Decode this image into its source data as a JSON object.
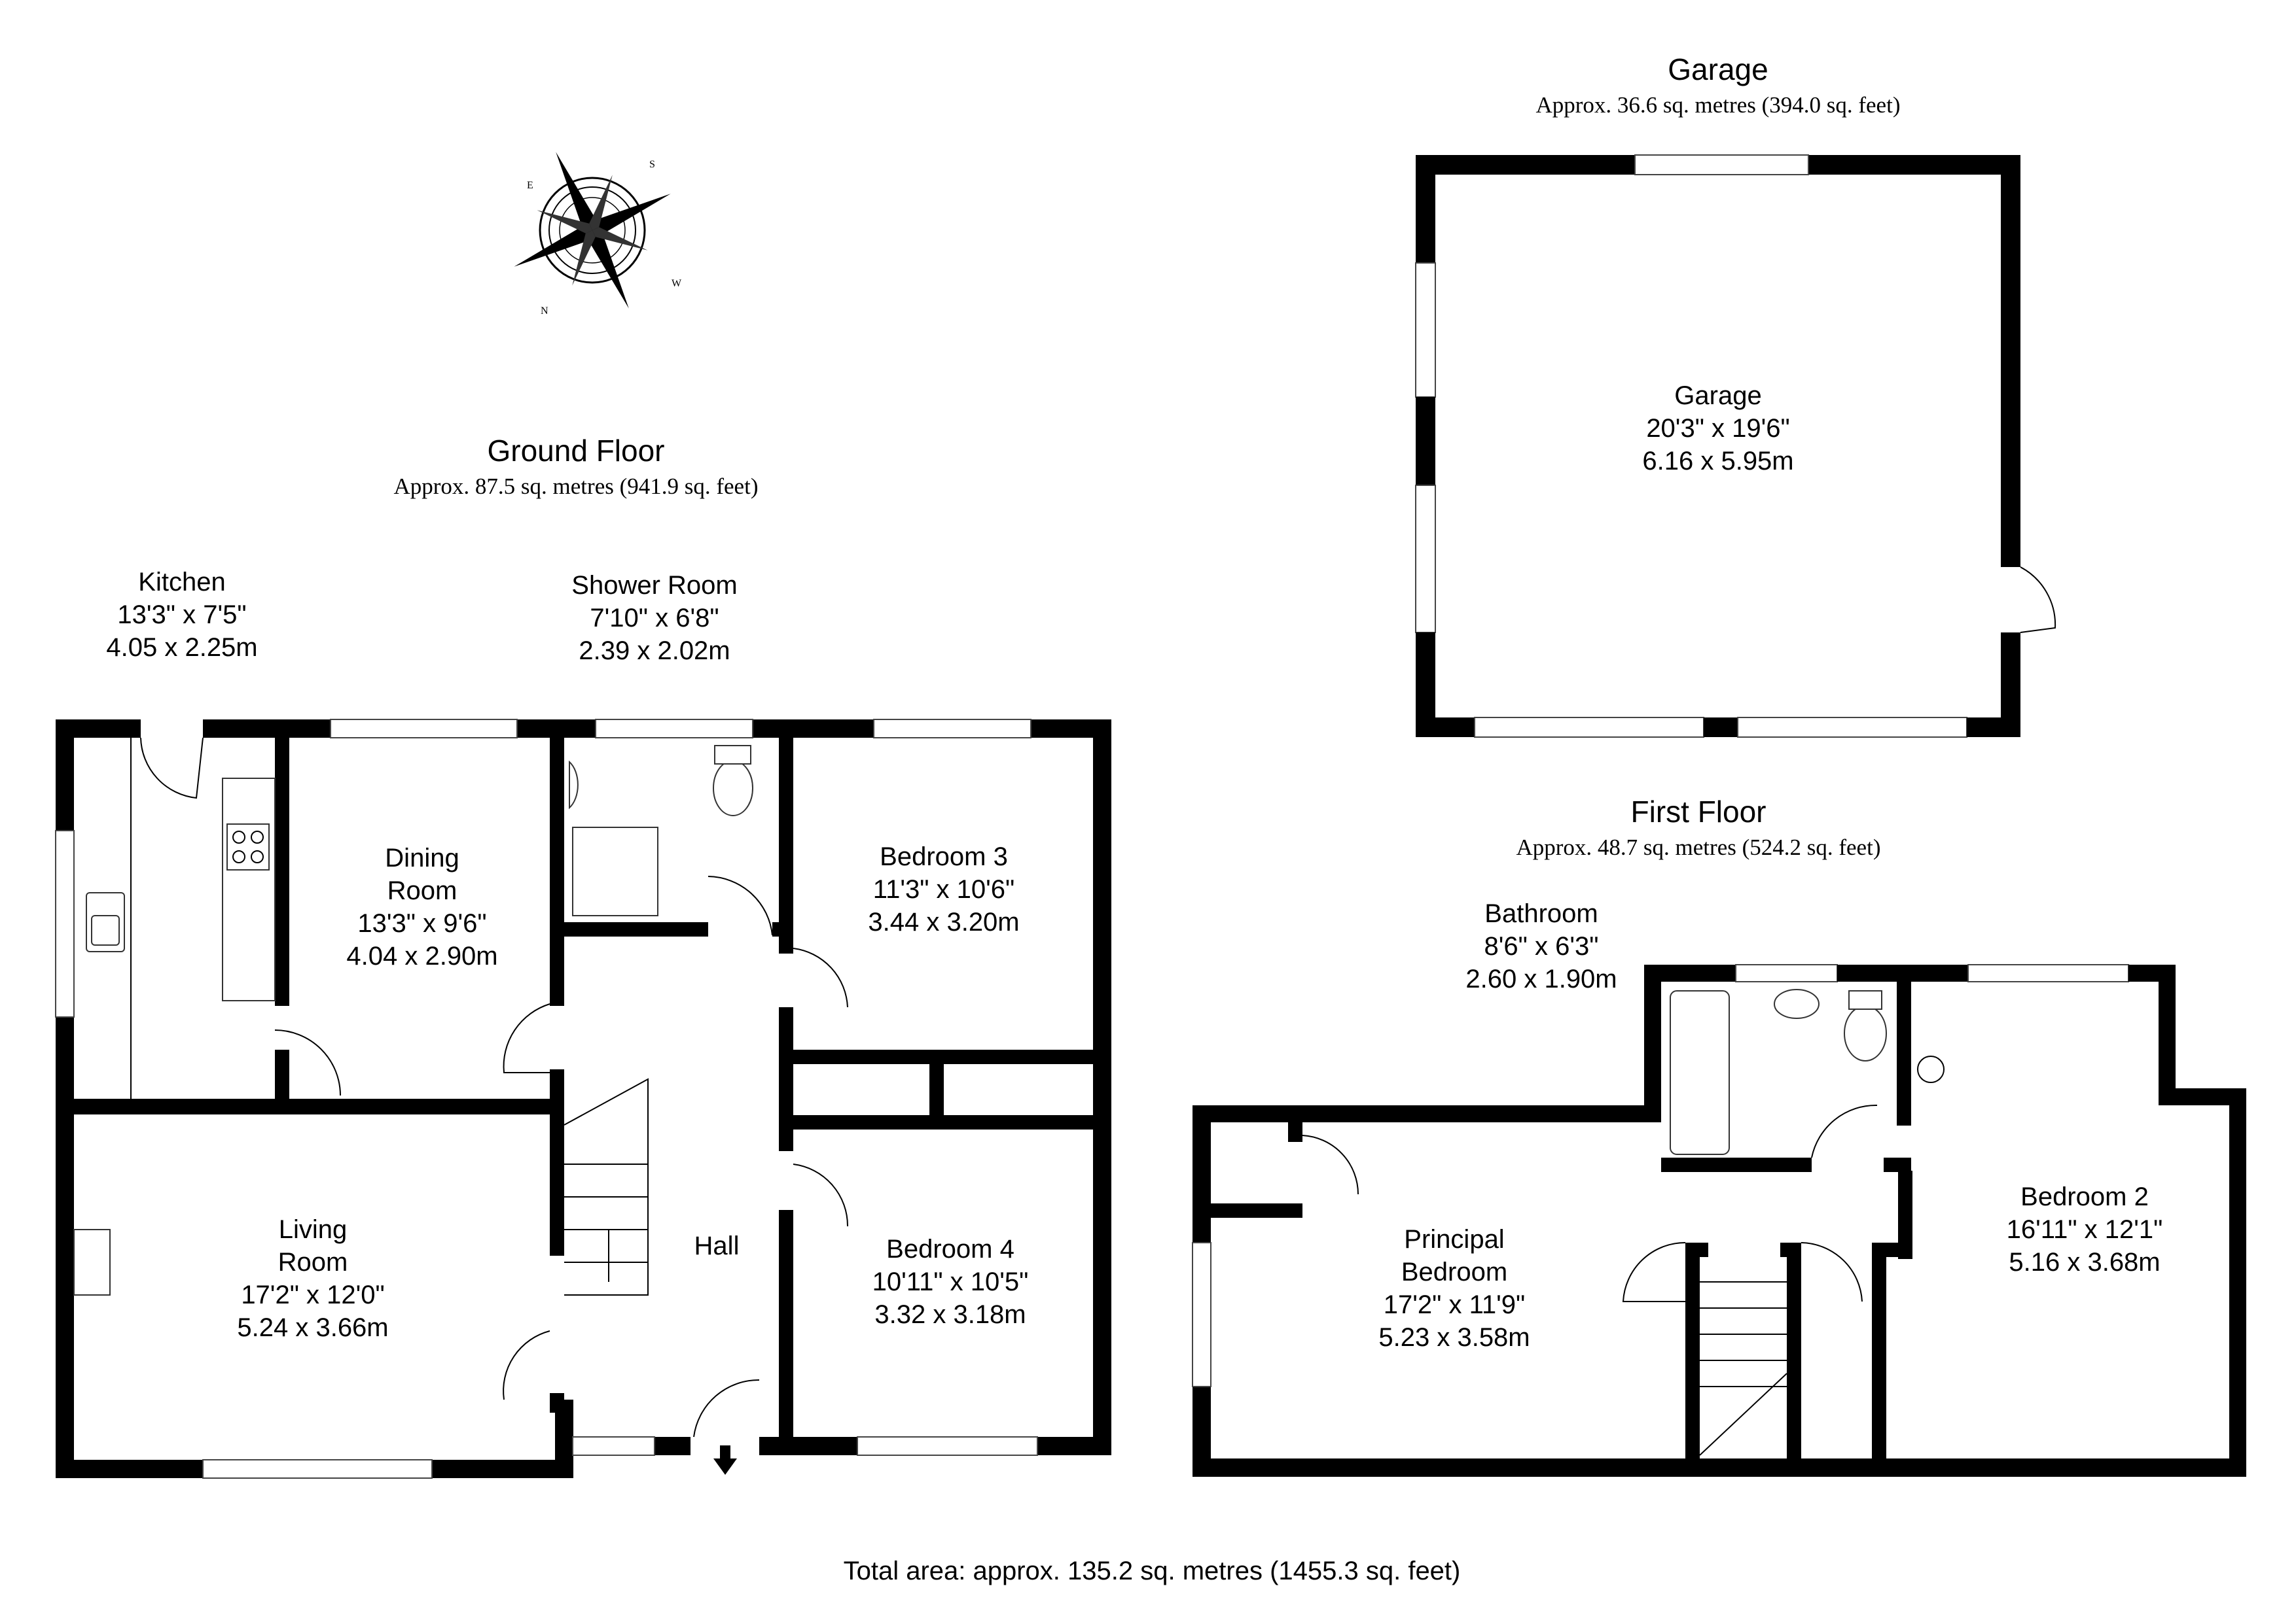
{
  "compass": {
    "letters": [
      "S",
      "W",
      "N",
      "E"
    ]
  },
  "ground_floor": {
    "title": "Ground Floor",
    "area": "Approx. 87.5 sq. metres (941.9 sq. feet)",
    "rooms": {
      "kitchen": [
        "Kitchen",
        "13'3\" x 7'5\"",
        "4.05 x 2.25m"
      ],
      "shower_room": [
        "Shower Room",
        "7'10\" x 6'8\"",
        "2.39 x 2.02m"
      ],
      "dining_room": [
        "Dining",
        "Room",
        "13'3\" x 9'6\"",
        "4.04 x 2.90m"
      ],
      "bedroom_3": [
        "Bedroom 3",
        "11'3\" x 10'6\"",
        "3.44 x 3.20m"
      ],
      "living_room": [
        "Living",
        "Room",
        "17'2\" x 12'0\"",
        "5.24 x 3.66m"
      ],
      "hall": [
        "Hall"
      ],
      "bedroom_4": [
        "Bedroom 4",
        "10'11\" x 10'5\"",
        "3.32 x 3.18m"
      ]
    }
  },
  "garage": {
    "title": "Garage",
    "area": "Approx. 36.6 sq. metres (394.0 sq. feet)",
    "rooms": {
      "garage": [
        "Garage",
        "20'3\" x 19'6\"",
        "6.16 x 5.95m"
      ]
    }
  },
  "first_floor": {
    "title": "First Floor",
    "area": "Approx. 48.7 sq. metres (524.2 sq. feet)",
    "rooms": {
      "bathroom": [
        "Bathroom",
        "8'6\" x 6'3\"",
        "2.60 x 1.90m"
      ],
      "principal_bedroom": [
        "Principal",
        "Bedroom",
        "17'2\" x 11'9\"",
        "5.23 x 3.58m"
      ],
      "bedroom_2": [
        "Bedroom 2",
        "16'11\" x 12'1\"",
        "5.16 x 3.68m"
      ]
    }
  },
  "total_area": "Total area: approx. 135.2 sq. metres (1455.3 sq. feet)"
}
